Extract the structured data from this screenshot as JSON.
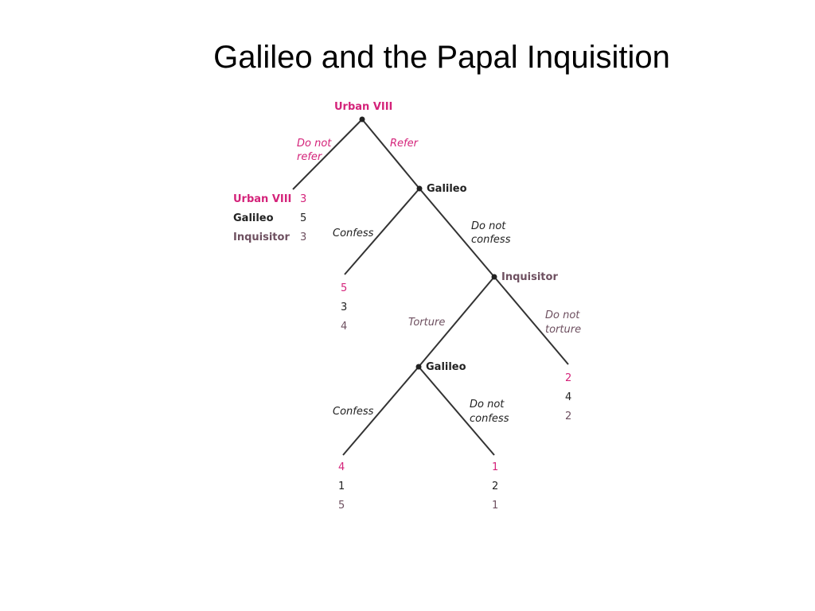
{
  "title": "Galileo and the Papal Inquisition",
  "colors": {
    "urban": "#d4237a",
    "galileo": "#222222",
    "inquisitor": "#6e5060",
    "branch_label": "#6e5060",
    "line": "#333333"
  },
  "nodes": {
    "urban_root": "Urban VIII",
    "galileo_1": "Galileo",
    "inquisitor": "Inquisitor",
    "galileo_2": "Galileo"
  },
  "branches": {
    "do_not_refer_1": "Do not",
    "do_not_refer_2": "refer",
    "refer": "Refer",
    "confess_1": "Confess",
    "do_not_confess_1a": "Do not",
    "do_not_confess_1b": "confess",
    "torture": "Torture",
    "do_not_torture_1": "Do not",
    "do_not_torture_2": "torture",
    "confess_2": "Confess",
    "do_not_confess_2a": "Do not",
    "do_not_confess_2b": "confess"
  },
  "legend": {
    "urban": "Urban VIII",
    "galileo": "Galileo",
    "inquisitor": "Inquisitor"
  },
  "payoffs": {
    "no_refer": [
      "3",
      "5",
      "3"
    ],
    "confess_first": [
      "5",
      "3",
      "4"
    ],
    "no_torture": [
      "2",
      "4",
      "2"
    ],
    "confess_torture": [
      "4",
      "1",
      "5"
    ],
    "no_confess_torture": [
      "1",
      "2",
      "1"
    ]
  }
}
